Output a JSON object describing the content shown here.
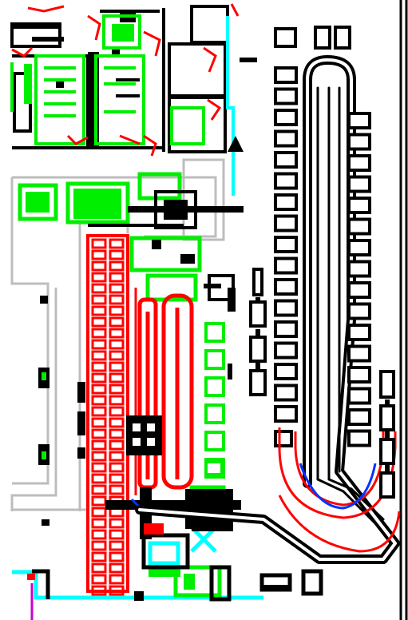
{
  "drawing": {
    "colors": {
      "background": "#ffffff",
      "black": "#000000",
      "red": "#ff0000",
      "green": "#00ee00",
      "cyan": "#00ffff",
      "blue": "#0033ff",
      "gray": "#bdbdbd",
      "magenta": "#cc00cc"
    },
    "layers": [
      "equipment-black",
      "structure-red",
      "equipment-green",
      "piping-cyan",
      "trace-blue",
      "walls-gray",
      "marker-magenta"
    ]
  }
}
